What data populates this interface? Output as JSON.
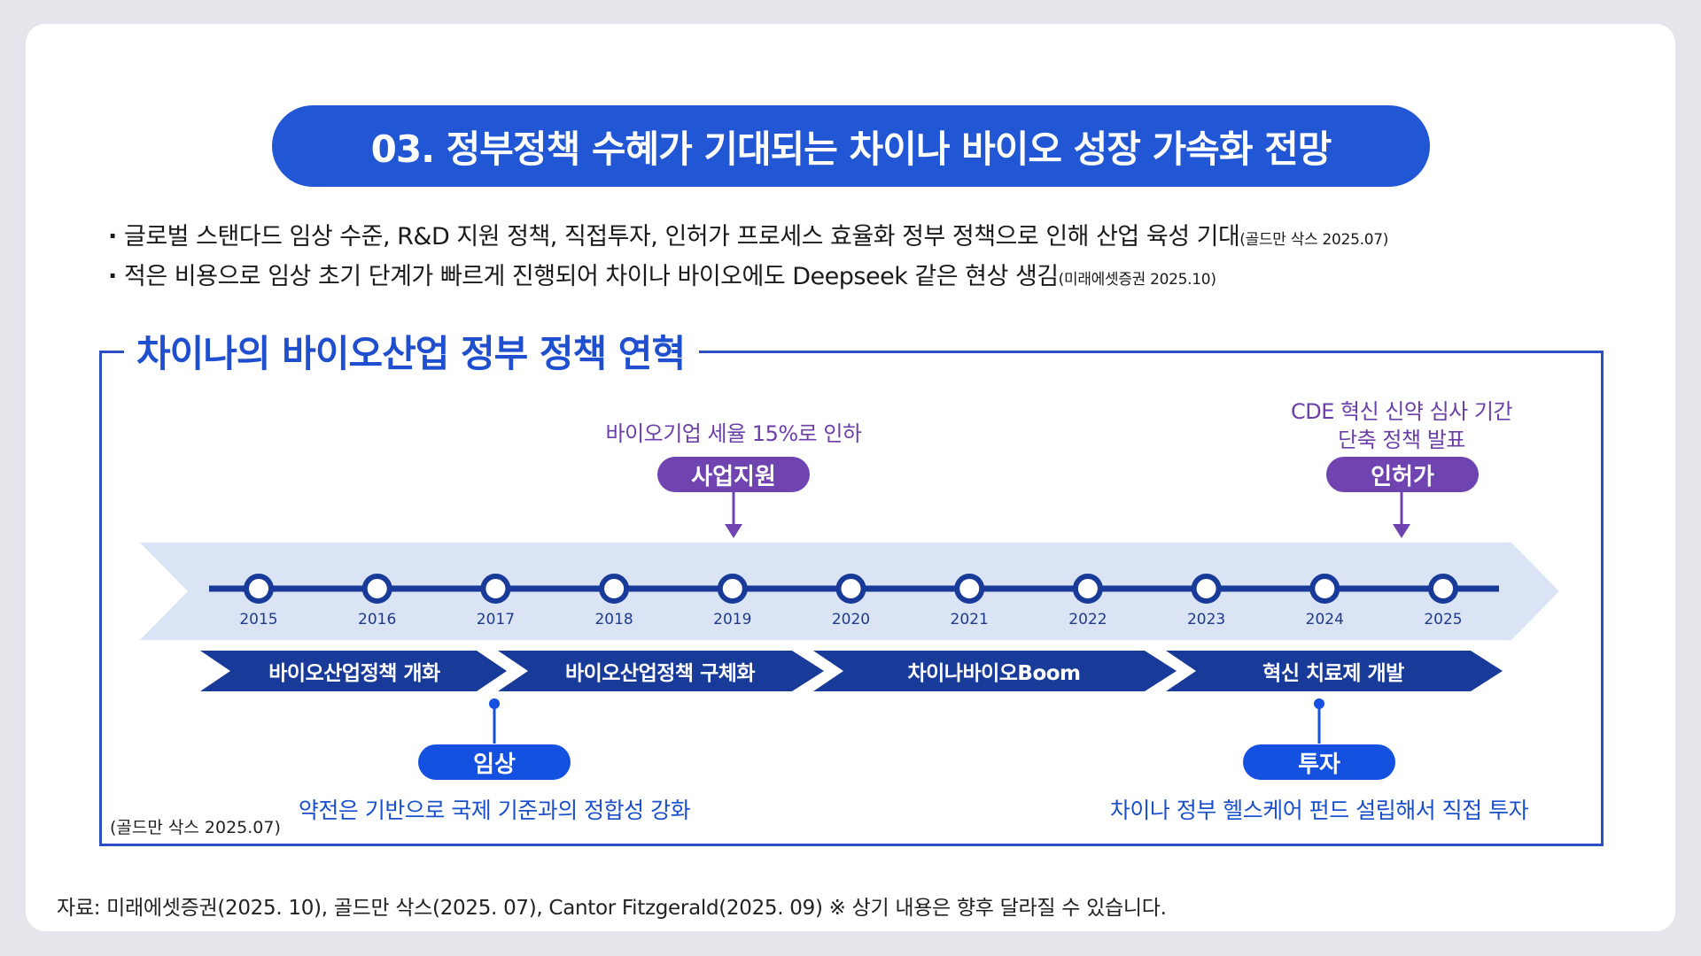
{
  "title": "03. 정부정책 수혜가 기대되는 차이나 바이오 성장 가속화 전망",
  "bullets": [
    {
      "text": "글로벌 스탠다드 임상 수준, R&D 지원 정책, 직접투자, 인허가 프로세스 효율화 정부 정책으로 인해 산업 육성 기대",
      "source": "(골드만 삭스 2025.07)"
    },
    {
      "text": "적은 비용으로 임상 초기 단계가 빠르게 진행되어 차이나 바이오에도 Deepseek 같은 현상 생김",
      "source": "(미래에셋증권 2025.10)"
    }
  ],
  "bullet_marker": "·",
  "section_title": "차이나의 바이오산업 정부 정책 연혁",
  "timeline": {
    "years": [
      "2015",
      "2016",
      "2017",
      "2018",
      "2019",
      "2020",
      "2021",
      "2022",
      "2023",
      "2024",
      "2025"
    ],
    "phases": [
      "바이오산업정책 개화",
      "바이오산업정책 구체화",
      "차이나바이오Boom",
      "혁신 치료제 개발"
    ],
    "events_above": [
      {
        "tag": "사업지원",
        "description": "바이오기업 세율 15%로 인하"
      },
      {
        "tag": "인허가",
        "description_line1": "CDE 혁신 신약 심사 기간",
        "description_line2": "단축 정책 발표"
      }
    ],
    "events_below": [
      {
        "tag": "임상",
        "description": "약전은 기반으로 국제 기준과의 정합성 강화"
      },
      {
        "tag": "투자",
        "description": "차이나 정부 헬스케어 펀드 설립해서 직접 투자"
      }
    ]
  },
  "diagram_source": "(골드만 삭스 2025.07)",
  "footer": "자료: 미래에셋증권(2025. 10), 골드만 삭스(2025. 07), Cantor Fitzgerald(2025. 09) ※ 상기 내용은 향후 달라질 수 있습니다.",
  "colors": {
    "title_blue": "#2156d4",
    "navy": "#183a99",
    "band": "#dbe4f4",
    "purple": "#7044b0",
    "accent_blue": "#1451e0"
  }
}
